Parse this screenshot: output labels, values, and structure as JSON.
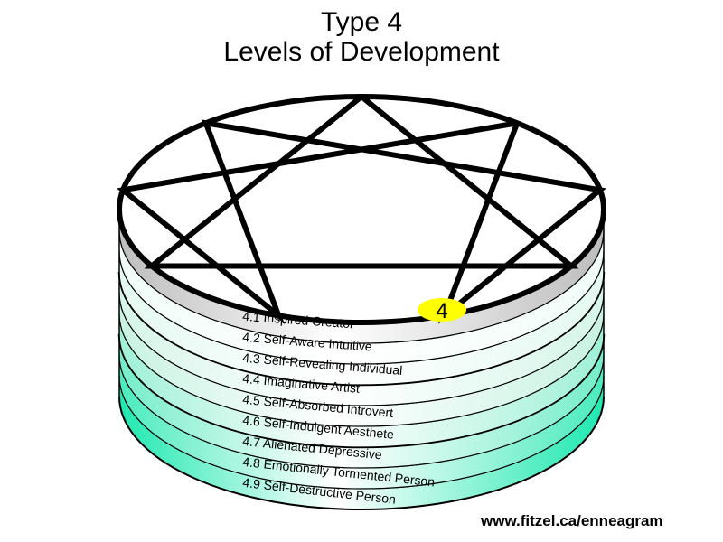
{
  "title": {
    "line1": "Type 4",
    "line2": "Levels of Development"
  },
  "type_badge": "4",
  "levels": [
    {
      "label": "4.1 Inspired Creator"
    },
    {
      "label": "4.2 Self-Aware Intuitive"
    },
    {
      "label": "4.3 Self-Revealing Individual"
    },
    {
      "label": "4.4 Imaginative Artist"
    },
    {
      "label": "4.5 Self-Absorbed Introvert"
    },
    {
      "label": "4.6 Self-Indulgent Aesthete"
    },
    {
      "label": "4.7 Alienated Depressive"
    },
    {
      "label": "4.8 Emotionally Tormented Person"
    },
    {
      "label": "4.9 Self-Destructive Person"
    }
  ],
  "footer": {
    "url": "www.fitzel.ca/enneagram"
  },
  "colors": {
    "healthy_band": "#ffffff",
    "average_band": "#c8f2e2",
    "unhealthy_band": "#1fe8b0",
    "badge_fill": "#ffff00",
    "outline": "#000000"
  }
}
